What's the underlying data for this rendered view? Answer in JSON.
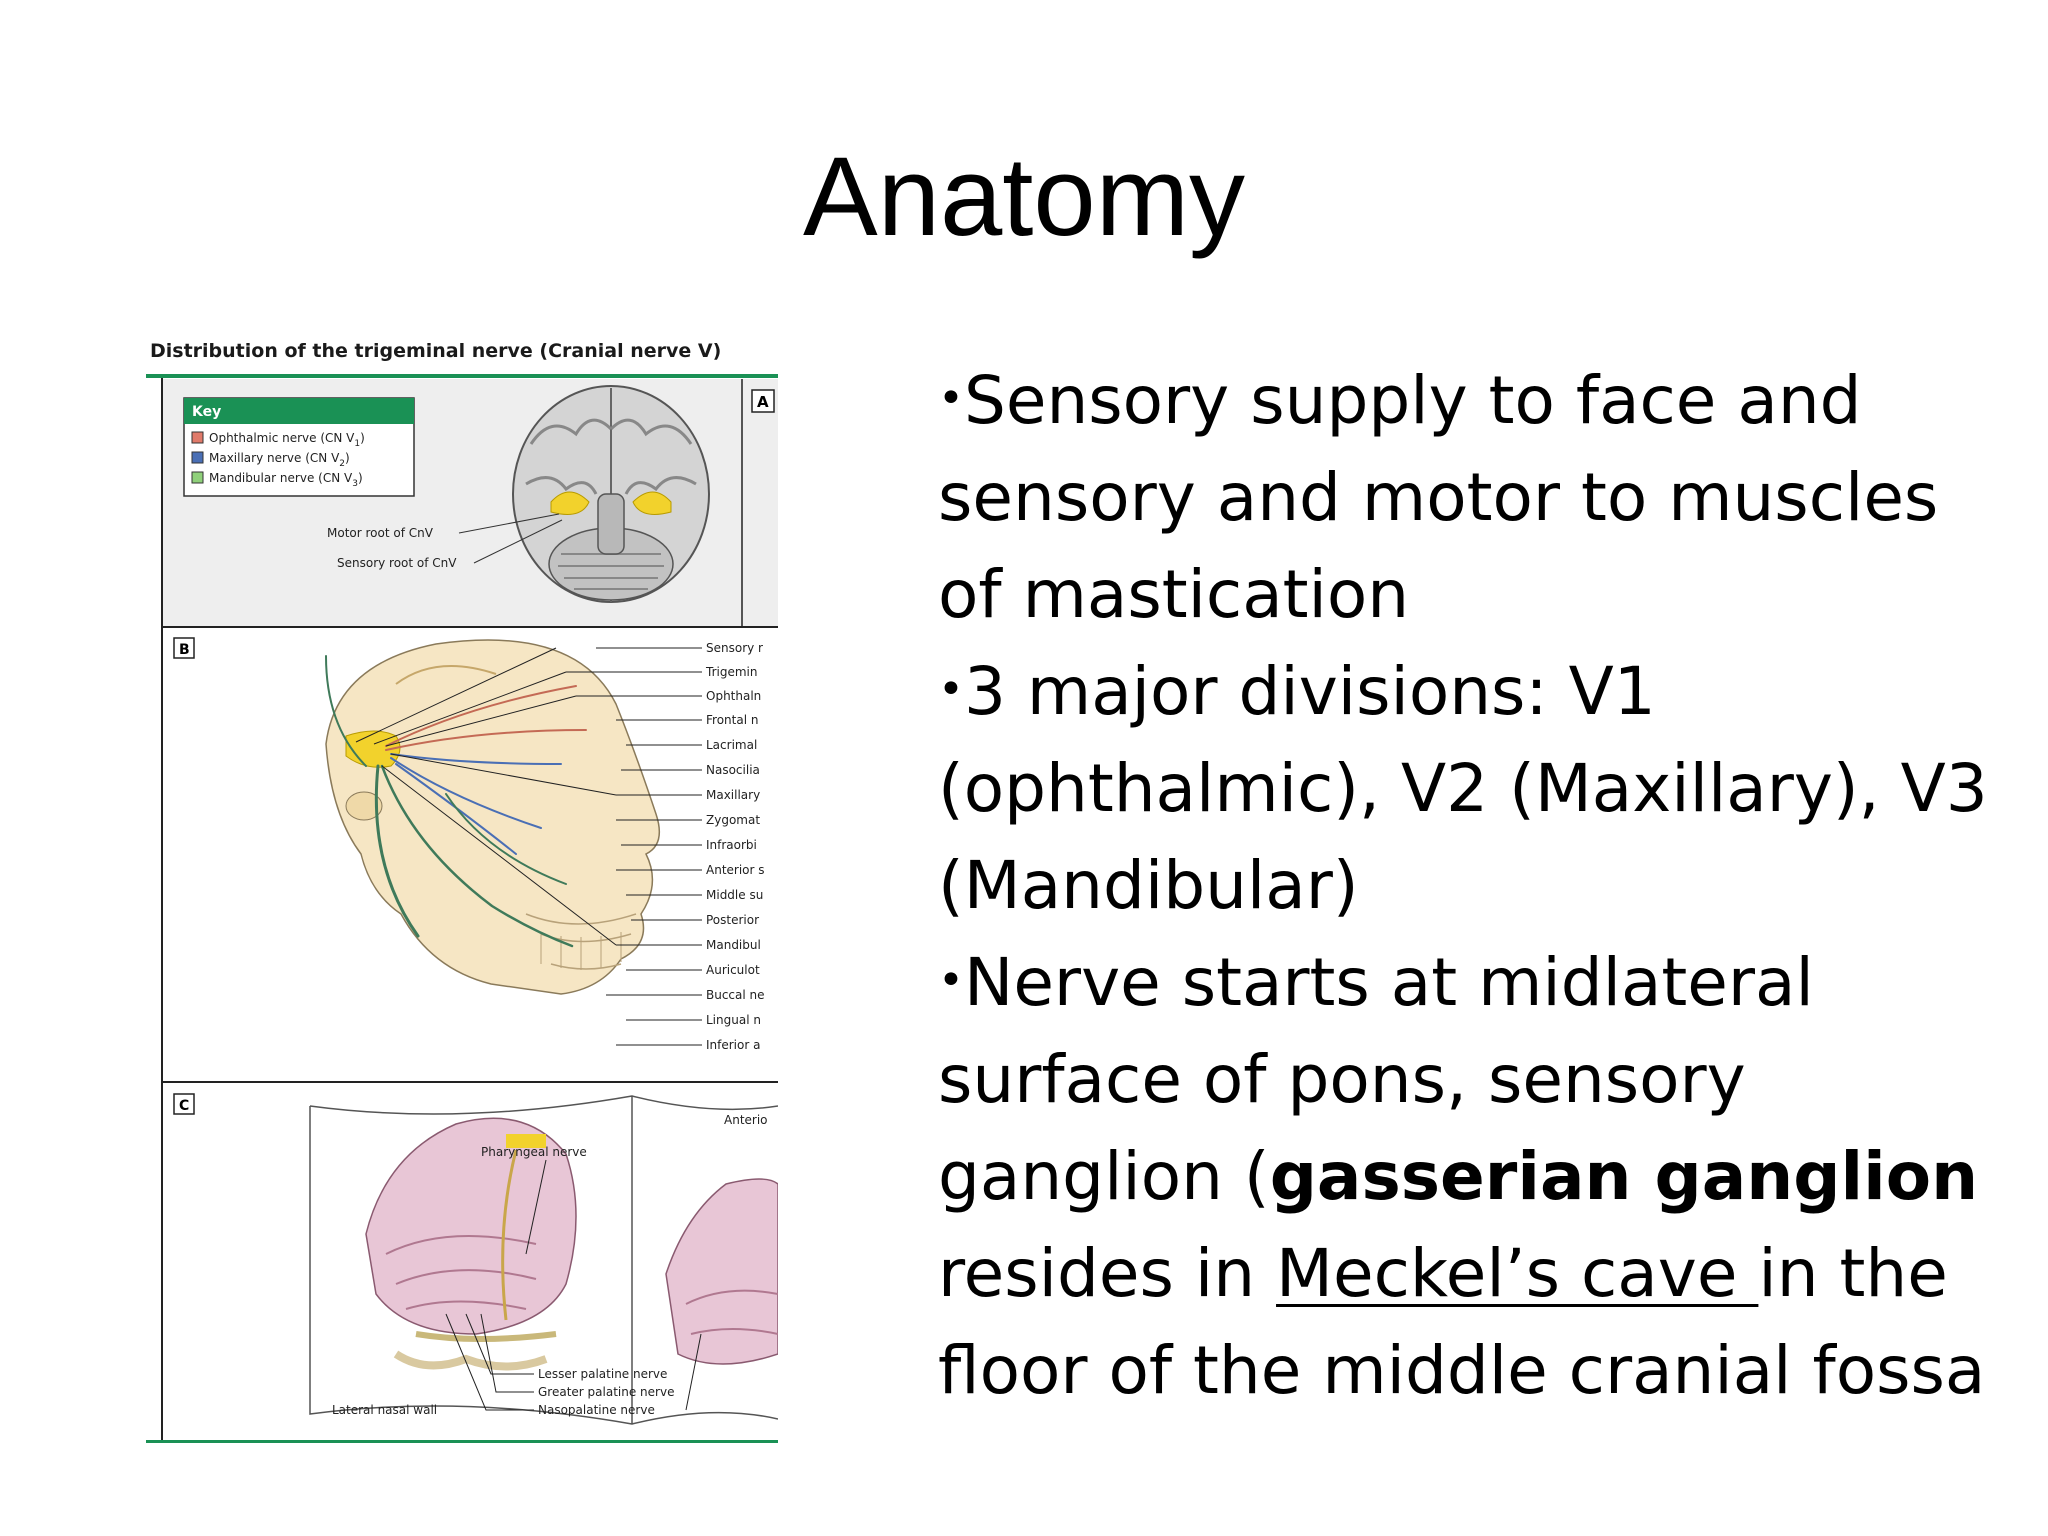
{
  "slide": {
    "title": "Anatomy"
  },
  "figure": {
    "title": "Distribution of the trigeminal nerve (Cranial nerve V)",
    "panel_a": {
      "letter": "A",
      "key_title": "Key",
      "key_items": [
        {
          "label": "Ophthalmic nerve (CN V",
          "sub": "1",
          "close": ")",
          "color": "#e07a6a"
        },
        {
          "label": "Maxillary nerve (CN V",
          "sub": "2",
          "close": ")",
          "color": "#4a6fb5"
        },
        {
          "label": "Mandibular nerve (CN V",
          "sub": "3",
          "close": ")",
          "color": "#8fd07a"
        }
      ],
      "motor_root": "Motor root of CnV",
      "sensory_root": "Sensory root of CnV"
    },
    "panel_b": {
      "letter": "B",
      "labels": [
        "Sensory r",
        "Trigemin",
        "Ophthaln",
        "Frontal n",
        "Lacrimal",
        "Nasocilia",
        "Maxillary",
        "Zygomat",
        "Infraorbi",
        "Anterior s",
        "Middle su",
        "Posterior",
        "Mandibul",
        "Auriculot",
        "Buccal ne",
        "Lingual n",
        "Inferior a"
      ]
    },
    "panel_c": {
      "letter": "C",
      "pharyngeal": "Pharyngeal nerve",
      "anterior": "Anterio",
      "lesser": "Lesser palatine nerve",
      "greater": "Greater palatine nerve",
      "nasopalatine": "Nasopalatine nerve",
      "wall": "Lateral nasal wall"
    }
  },
  "bullets": {
    "b1": "Sensory supply to face and sensory and motor to muscles of mastication",
    "b2": "3 major divisions: V1 (ophthalmic), V2 (Maxillary), V3 (Mandibular)",
    "b3_pre": "Nerve starts at midlateral surface of pons, sensory ganglion (",
    "b3_bold": "gasserian ganglion",
    "b3_mid": " resides in ",
    "b3_underline": "Meckel’s cave ",
    "b3_post": "in the floor of the middle cranial fossa"
  },
  "colors": {
    "green_rule": "#1a9155",
    "key_header": "#1a9155",
    "ganglion_yellow": "#f2d22c"
  }
}
